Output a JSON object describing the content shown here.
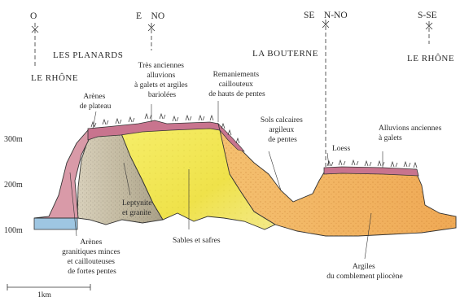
{
  "directions": [
    {
      "id": "o",
      "label": "O"
    },
    {
      "id": "e-no",
      "label": "E    NO"
    },
    {
      "id": "se-n-no",
      "label": "SE    N-NO"
    },
    {
      "id": "s-se",
      "label": "S-SE"
    }
  ],
  "place_names": {
    "le_rhone_left": "LE RHÔNE",
    "les_planards": "LES PLANARDS",
    "la_bouterne": "LA BOUTERNE",
    "le_rhone_right": "LE RHÔNE"
  },
  "altitudes": [
    "300m",
    "200m",
    "100m"
  ],
  "labels": {
    "arenes_plateau": [
      "Arènes",
      "de plateau"
    ],
    "tres_anciennes": [
      "Très anciennes",
      "alluvions",
      "à galets et argiles",
      "bariolées"
    ],
    "remaniements": [
      "Remaniements",
      "caillouteux",
      "de hauts de pentes"
    ],
    "sols_calcaires": [
      "Sols calcaires",
      "argileux",
      "de pentes"
    ],
    "loess": [
      "Loess"
    ],
    "alluvions_anciennes": [
      "Alluvions anciennes",
      "à galets"
    ],
    "leptynite": [
      "Leptynite",
      "et granite"
    ],
    "sables": [
      "Sables et safres"
    ],
    "arenes_granitiques": [
      "Arènes",
      "granitiques minces",
      "et caillouteuses",
      "de fortes pentes"
    ],
    "argiles": [
      "Argiles",
      "du comblement pliocène"
    ]
  },
  "scale_bar": "1km",
  "colors": {
    "granite": "#c9c0a8",
    "sands": "#f3ea5a",
    "clay": "#f1b25e",
    "soil": "#c8748e",
    "river": "#9ec6e2",
    "line": "#333333"
  }
}
